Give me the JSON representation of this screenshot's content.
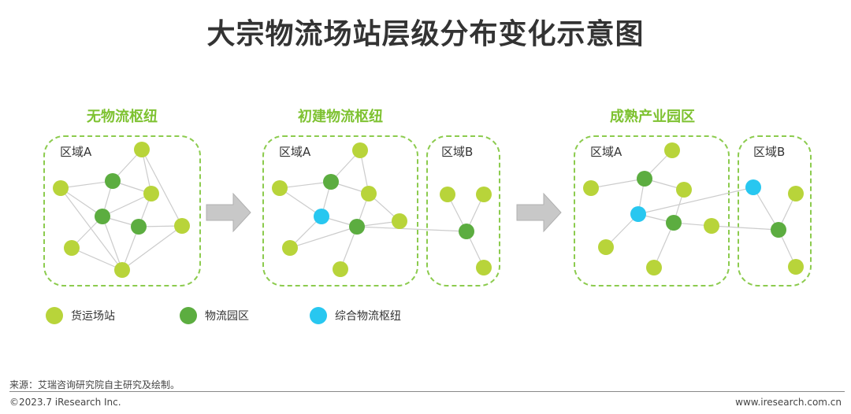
{
  "title": "大宗物流场站层级分布变化示意图",
  "stages": [
    {
      "title": "无物流枢纽",
      "regions": [
        "区域A"
      ]
    },
    {
      "title": "初建物流枢纽",
      "regions": [
        "区域A",
        "区域B"
      ]
    },
    {
      "title": "成熟产业园区",
      "regions": [
        "区域A",
        "区域B"
      ]
    }
  ],
  "legend": [
    {
      "label": "货运场站",
      "color": "#b8d43a"
    },
    {
      "label": "物流园区",
      "color": "#5cad40"
    },
    {
      "label": "综合物流枢纽",
      "color": "#28c7f0"
    }
  ],
  "colors": {
    "edge": "#cccccc",
    "arrow": "#c8c8c8",
    "region_border": "#8ccb4e",
    "stage_title": "#7ec231"
  },
  "footer": {
    "source": "来源：艾瑞咨询研究院自主研究及绘制。",
    "copyright": "©2023.7 iResearch Inc.",
    "website": "www.iresearch.com.cn"
  }
}
